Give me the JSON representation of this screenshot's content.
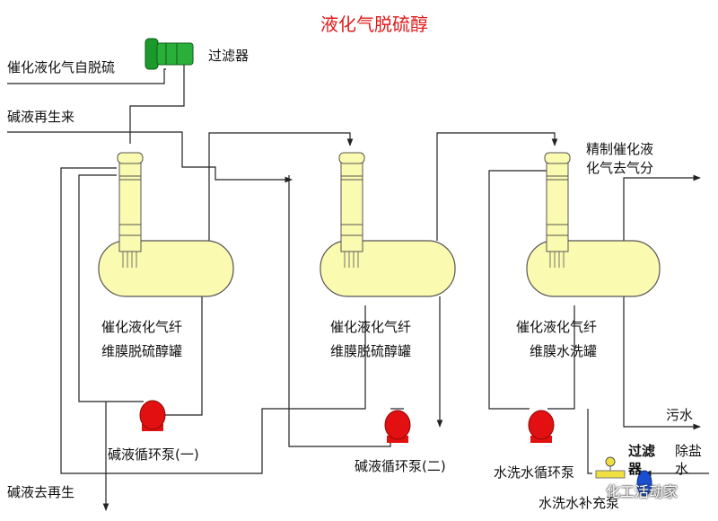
{
  "title": "液化气脱硫醇",
  "labels": {
    "feed": "催化液化气自脱硫",
    "filter_top": "过滤器",
    "caustic_regen_in": "碱液再生来",
    "product_line1": "精制催化液",
    "product_line2": "化气去气分",
    "tank1_line1": "催化液化气纤",
    "tank1_line2": "维膜脱硫醇罐",
    "tank2_line1": "催化液化气纤",
    "tank2_line2": "维膜脱硫醇罐",
    "tank3_line1": "催化液化气纤",
    "tank3_line2": "维膜水洗罐",
    "pump1": "碱液循环泵(一)",
    "pump2": "碱液循环泵(二)",
    "pump3": "水洗水循环泵",
    "makeup_pump": "水洗水补充泵",
    "waste_water": "污水",
    "filter_bottom": "过滤器",
    "desalted_water": "除盐水",
    "caustic_to_regen": "碱液去再生",
    "watermark": "化工活动家"
  },
  "colors": {
    "vessel": "#fafab0",
    "vessel_stroke": "#555555",
    "pump": "#e21010",
    "filter": "#1a9a2a",
    "line": "#222222",
    "title": "#e01b1b"
  }
}
